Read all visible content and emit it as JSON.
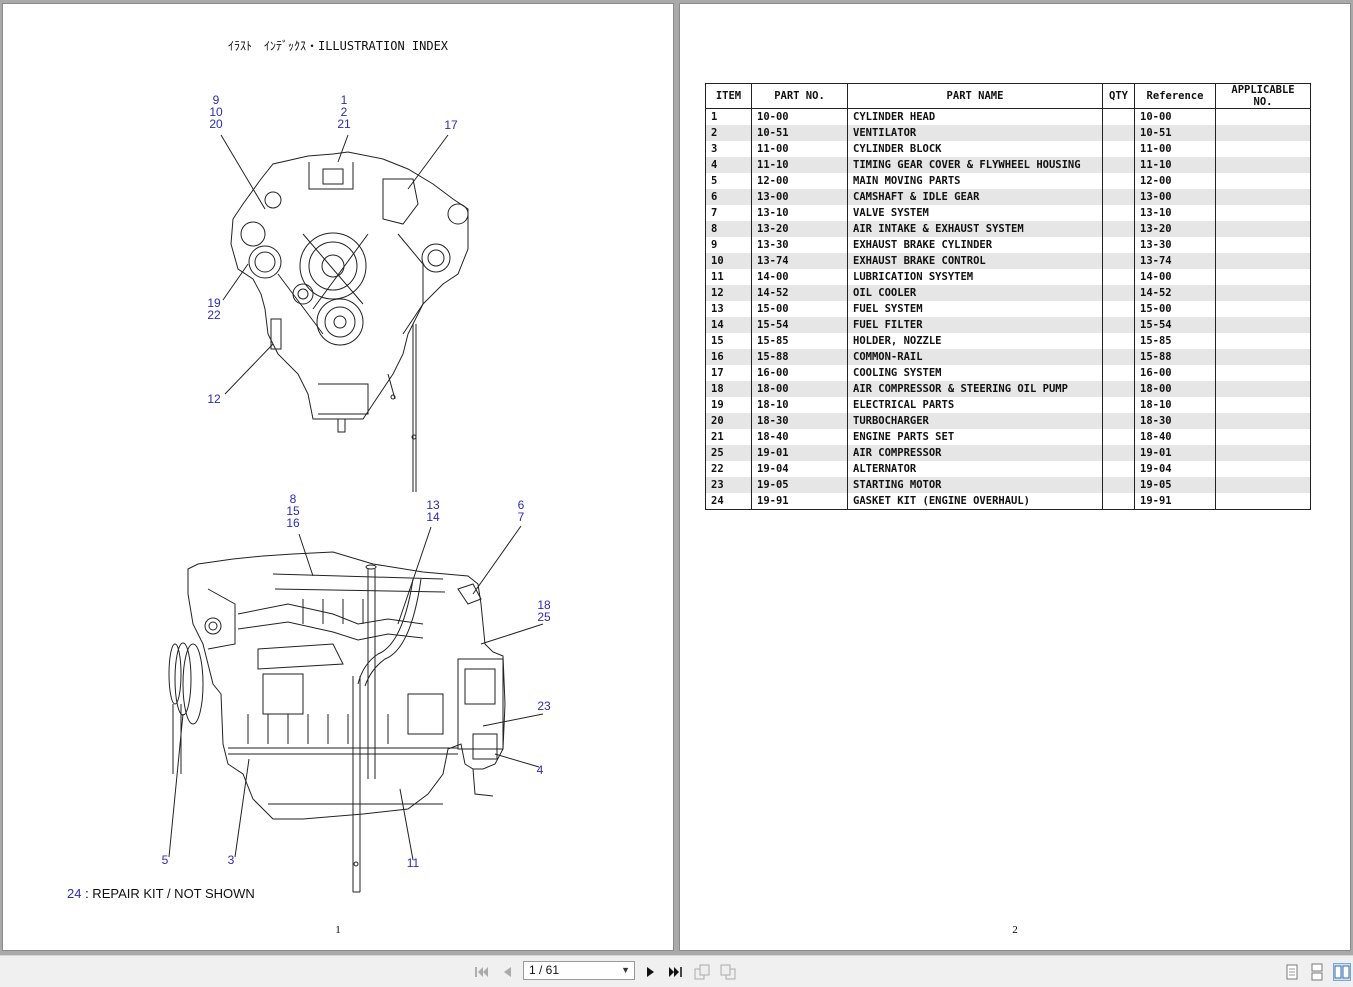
{
  "viewer": {
    "current_page": "1 / 61",
    "icons": {
      "first": "first-page-icon",
      "prev": "previous-page-icon",
      "next": "next-page-icon",
      "last": "last-page-icon",
      "prev_view": "previous-view-icon",
      "next_view": "next-view-icon",
      "single": "single-page-view-icon",
      "continuous": "continuous-view-icon",
      "facing": "facing-pages-view-icon"
    }
  },
  "page1": {
    "title": "ｲﾗｽﾄ　ｲﾝﾃﾞｯｸｽ・ILLUSTRATION INDEX",
    "page_number": "1",
    "footnote": {
      "number": "24",
      "text": " : REPAIR KIT / NOT SHOWN"
    },
    "callouts": {
      "c9_10_20": [
        "9",
        "10",
        "20"
      ],
      "c1_2_21": [
        "1",
        "2",
        "21"
      ],
      "c17": [
        "17"
      ],
      "c19_22": [
        "19",
        "22"
      ],
      "c12": [
        "12"
      ],
      "c8_15_16": [
        "8",
        "15",
        "16"
      ],
      "c13_14": [
        "13",
        "14"
      ],
      "c6_7": [
        "6",
        "7"
      ],
      "c18_25": [
        "18",
        "25"
      ],
      "c23": [
        "23"
      ],
      "c4": [
        "4"
      ],
      "c5": [
        "5"
      ],
      "c3": [
        "3"
      ],
      "c11": [
        "11"
      ]
    }
  },
  "page2": {
    "page_number": "2",
    "headers": [
      "ITEM",
      "PART NO.",
      "PART NAME",
      "QTY",
      "Reference",
      "APPLICABLE NO."
    ],
    "rows": [
      [
        "1",
        "10-00",
        "CYLINDER HEAD",
        "",
        "10-00",
        ""
      ],
      [
        "2",
        "10-51",
        "VENTILATOR",
        "",
        "10-51",
        ""
      ],
      [
        "3",
        "11-00",
        "CYLINDER BLOCK",
        "",
        "11-00",
        ""
      ],
      [
        "4",
        "11-10",
        "TIMING GEAR COVER & FLYWHEEL HOUSING",
        "",
        "11-10",
        ""
      ],
      [
        "5",
        "12-00",
        "MAIN MOVING PARTS",
        "",
        "12-00",
        ""
      ],
      [
        "6",
        "13-00",
        "CAMSHAFT & IDLE GEAR",
        "",
        "13-00",
        ""
      ],
      [
        "7",
        "13-10",
        "VALVE SYSTEM",
        "",
        "13-10",
        ""
      ],
      [
        "8",
        "13-20",
        "AIR INTAKE & EXHAUST SYSTEM",
        "",
        "13-20",
        ""
      ],
      [
        "9",
        "13-30",
        "EXHAUST BRAKE CYLINDER",
        "",
        "13-30",
        ""
      ],
      [
        "10",
        "13-74",
        "EXHAUST BRAKE CONTROL",
        "",
        "13-74",
        ""
      ],
      [
        "11",
        "14-00",
        "LUBRICATION SYSYTEM",
        "",
        "14-00",
        ""
      ],
      [
        "12",
        "14-52",
        "OIL COOLER",
        "",
        "14-52",
        ""
      ],
      [
        "13",
        "15-00",
        "FUEL SYSTEM",
        "",
        "15-00",
        ""
      ],
      [
        "14",
        "15-54",
        "FUEL FILTER",
        "",
        "15-54",
        ""
      ],
      [
        "15",
        "15-85",
        "HOLDER, NOZZLE",
        "",
        "15-85",
        ""
      ],
      [
        "16",
        "15-88",
        "COMMON-RAIL",
        "",
        "15-88",
        ""
      ],
      [
        "17",
        "16-00",
        "COOLING SYSTEM",
        "",
        "16-00",
        ""
      ],
      [
        "18",
        "18-00",
        "AIR COMPRESSOR & STEERING OIL PUMP",
        "",
        "18-00",
        ""
      ],
      [
        "19",
        "18-10",
        "ELECTRICAL PARTS",
        "",
        "18-10",
        ""
      ],
      [
        "20",
        "18-30",
        "TURBOCHARGER",
        "",
        "18-30",
        ""
      ],
      [
        "21",
        "18-40",
        "ENGINE PARTS SET",
        "",
        "18-40",
        ""
      ],
      [
        "25",
        "19-01",
        "AIR COMPRESSOR",
        "",
        "19-01",
        ""
      ],
      [
        "22",
        "19-04",
        "ALTERNATOR",
        "",
        "19-04",
        ""
      ],
      [
        "23",
        "19-05",
        "STARTING MOTOR",
        "",
        "19-05",
        ""
      ],
      [
        "24",
        "19-91",
        "GASKET KIT (ENGINE OVERHAUL)",
        "",
        "19-91",
        ""
      ]
    ]
  }
}
